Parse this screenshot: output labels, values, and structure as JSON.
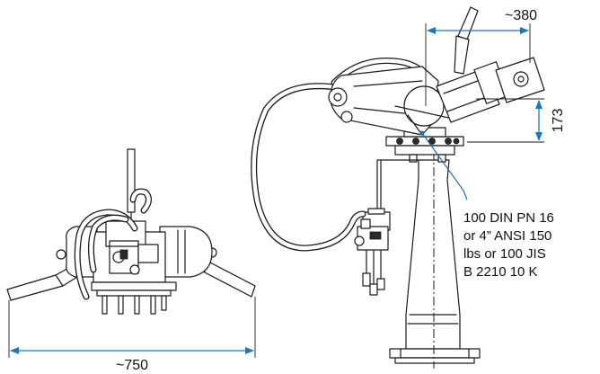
{
  "dimensions": {
    "front_width": "~750",
    "side_reach": "~380",
    "flange_height": "173"
  },
  "flange_spec": {
    "lines": [
      "100 DIN PN 16",
      "or 4” ANSI 150",
      "lbs or 100 JIS",
      "B 2210 10 K"
    ]
  },
  "colors": {
    "dimension_line": "#1a78c2",
    "leader_line": "#1a6fb5",
    "drawing_ink": "#1a1a1a"
  }
}
